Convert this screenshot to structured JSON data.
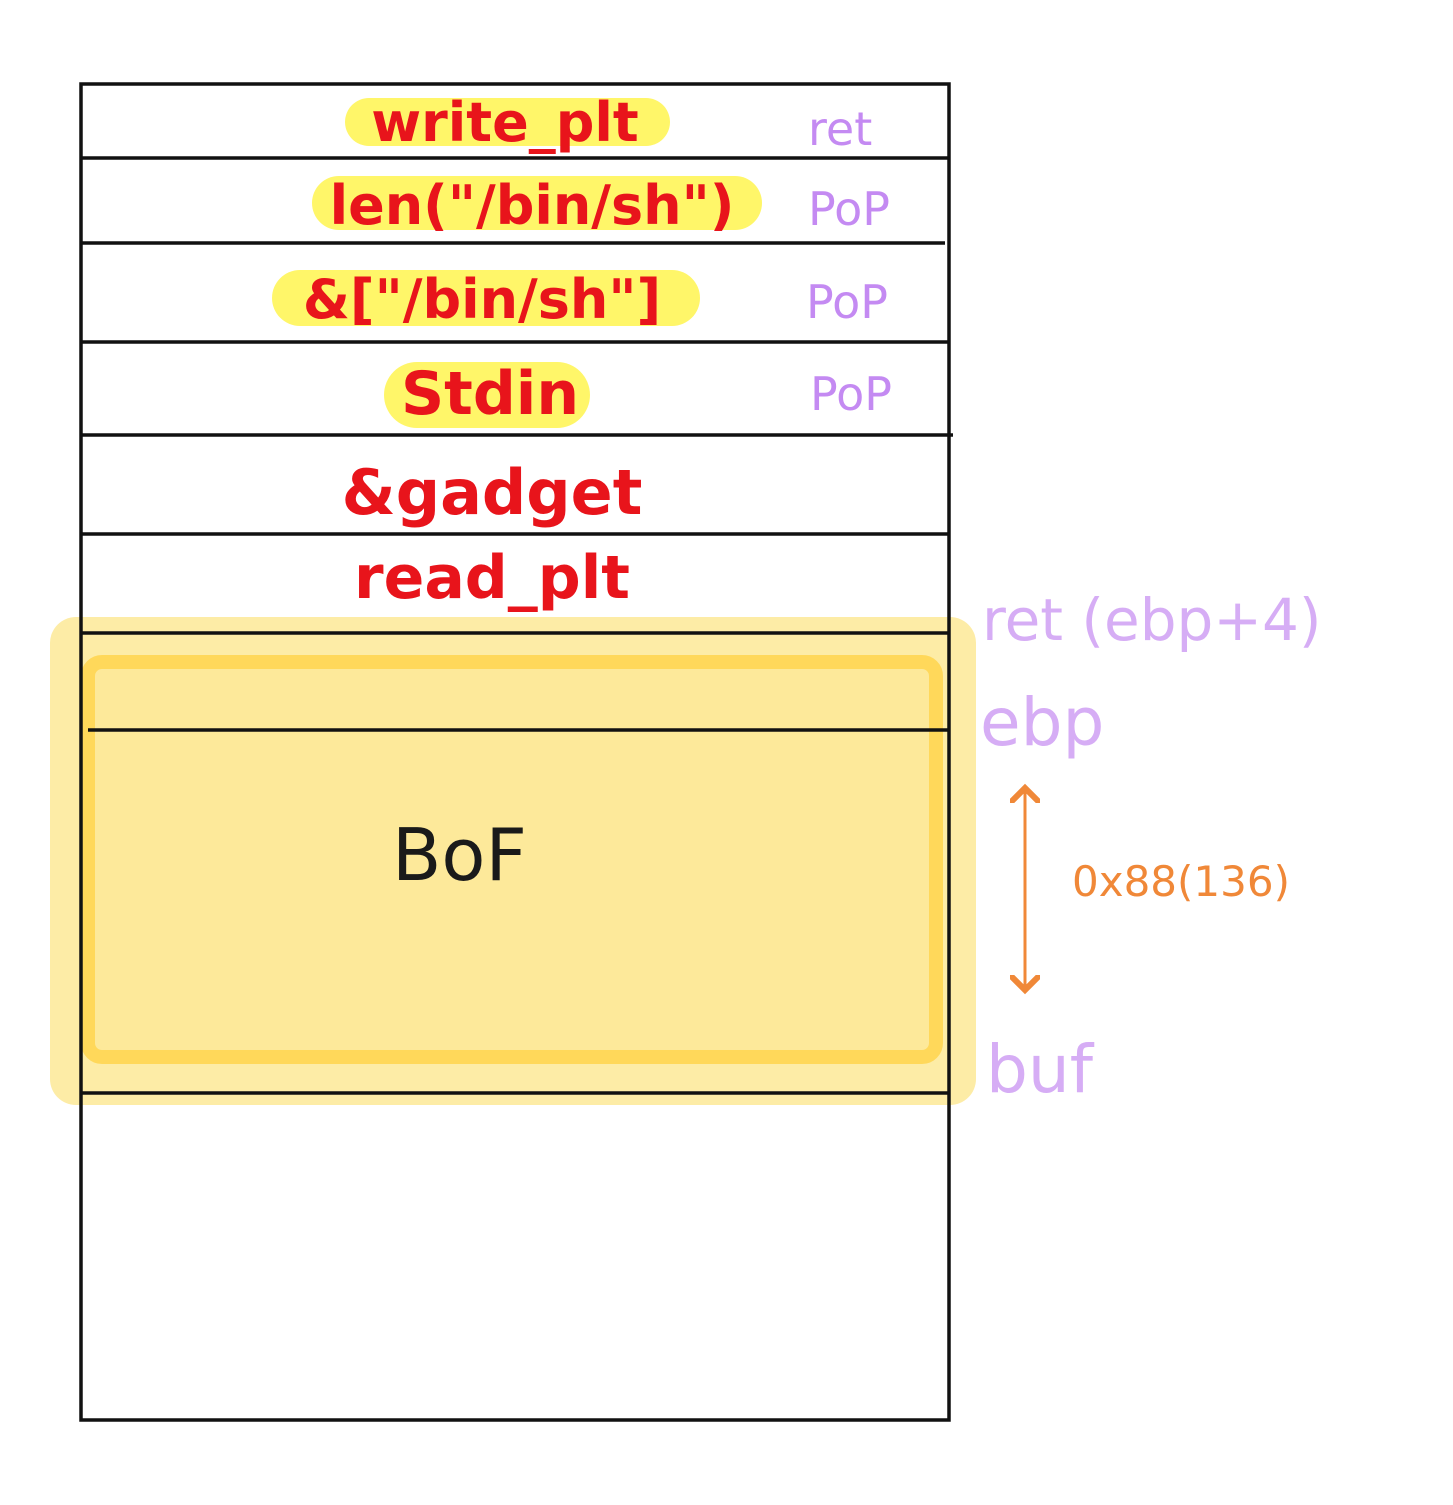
{
  "colors": {
    "slot_text": "#e8141b",
    "highlight": "#fff44f",
    "register_text": "#c48af2",
    "overflow_region": "#fde99a",
    "overflow_border": "#ffd85a",
    "size_arrow": "#f08838",
    "lines": "#111111"
  },
  "stack": {
    "slots": [
      {
        "label": "write_plt",
        "note": "ret",
        "highlighted": true
      },
      {
        "label": "len(\"/bin/sh\")",
        "note": "PoP",
        "highlighted": true
      },
      {
        "label": "&[\"/bin/sh\"]",
        "note": "PoP",
        "highlighted": true
      },
      {
        "label": "Stdin",
        "note": "PoP",
        "highlighted": true
      },
      {
        "label": "&gadget",
        "note": "",
        "highlighted": false
      },
      {
        "label": "read_plt",
        "note": "",
        "highlighted": false
      }
    ],
    "overflow_label": "BoF"
  },
  "annotations": {
    "ret": "ret (ebp+4)",
    "ebp": "ebp",
    "buf": "buf",
    "size": "0x88(136)"
  }
}
